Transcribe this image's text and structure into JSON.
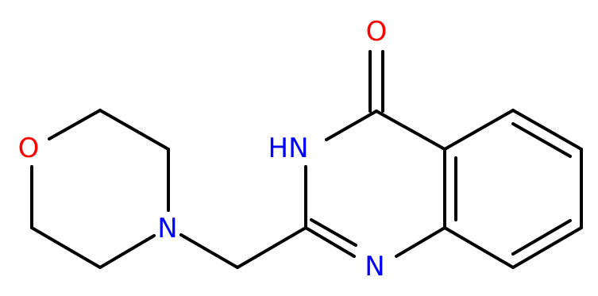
{
  "molecule": {
    "atoms": {
      "carbonyl_oxygen": {
        "label": "O",
        "color": "#ff0000"
      },
      "ring_nh": {
        "label": "HN",
        "color": "#0000ff"
      },
      "ring_n": {
        "label": "N",
        "color": "#0000ff"
      },
      "morpholine_oxygen": {
        "label": "O",
        "color": "#ff0000"
      },
      "morpholine_nitrogen": {
        "label": "N",
        "color": "#0000ff"
      }
    },
    "bond_color": "#000000"
  }
}
